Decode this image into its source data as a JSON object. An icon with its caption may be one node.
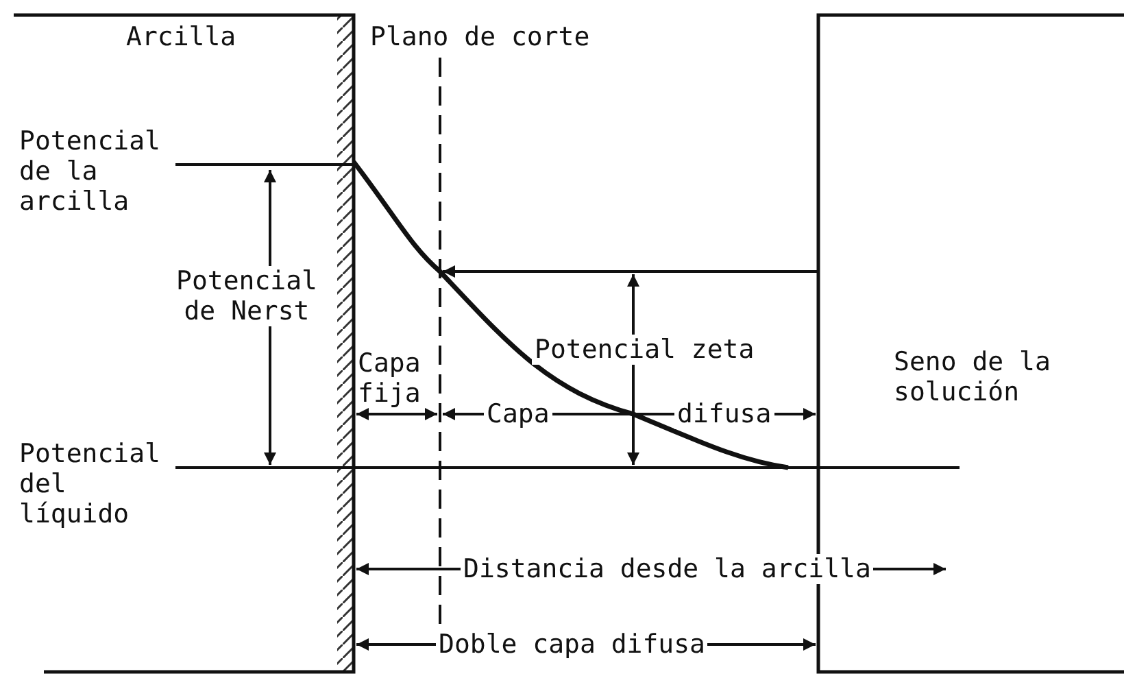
{
  "diagram": {
    "labels": [
      "Arcilla",
      "Plano de corte",
      "Potencial de la arcilla",
      "Potencial de Nerst",
      "Potencial zeta",
      "Capa fija",
      "Seno de la solución",
      "Capa",
      "difusa",
      "Potencial del líquido",
      "Distancia desde la arcilla",
      "Doble capa difusa"
    ]
  }
}
